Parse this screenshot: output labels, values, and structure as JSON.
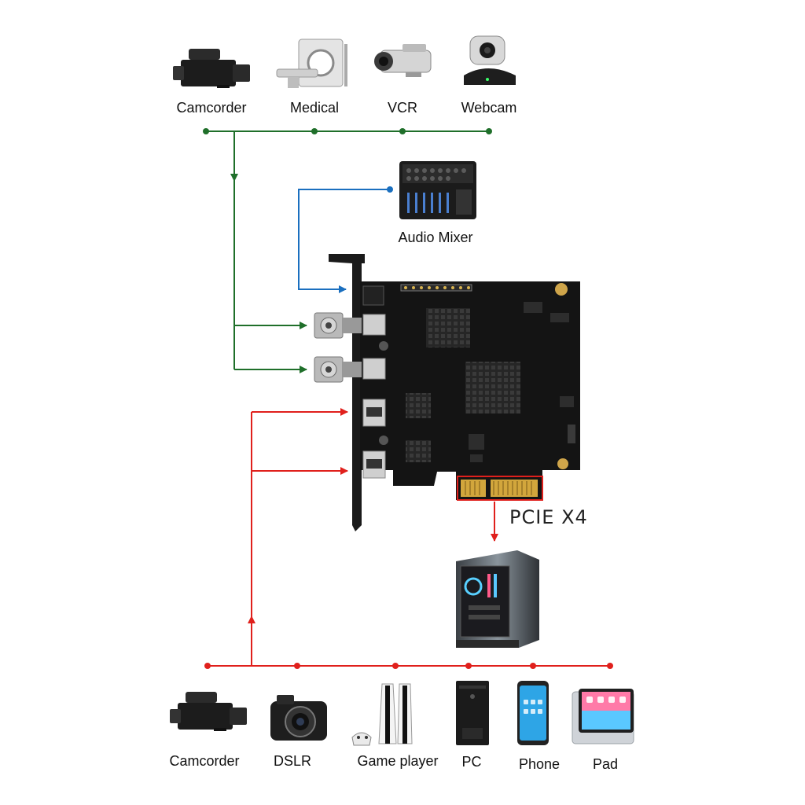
{
  "colors": {
    "green": "#1f6f2a",
    "blue": "#1a6fbf",
    "red": "#e0201c",
    "board": "#141414",
    "text": "#111111"
  },
  "top_sources": [
    {
      "label": "Camcorder",
      "icon": "camcorder-icon"
    },
    {
      "label": "Medical",
      "icon": "medical-scanner-icon"
    },
    {
      "label": "VCR",
      "icon": "vcr-camera-icon"
    },
    {
      "label": "Webcam",
      "icon": "webcam-icon"
    }
  ],
  "audio_source": {
    "label": "Audio Mixer",
    "icon": "audio-mixer-icon"
  },
  "card": {
    "interface_label": "PCIE X4",
    "icon": "capture-card-icon"
  },
  "destination": {
    "icon": "pc-tower-icon"
  },
  "bottom_sources": [
    {
      "label": "Camcorder",
      "icon": "camcorder-icon"
    },
    {
      "label": "DSLR",
      "icon": "dslr-camera-icon"
    },
    {
      "label": "Game player",
      "icon": "game-console-icon"
    },
    {
      "label": "PC",
      "icon": "mini-pc-icon"
    },
    {
      "label": "Phone",
      "icon": "phone-icon"
    },
    {
      "label": "Pad",
      "icon": "tablet-icon"
    }
  ]
}
